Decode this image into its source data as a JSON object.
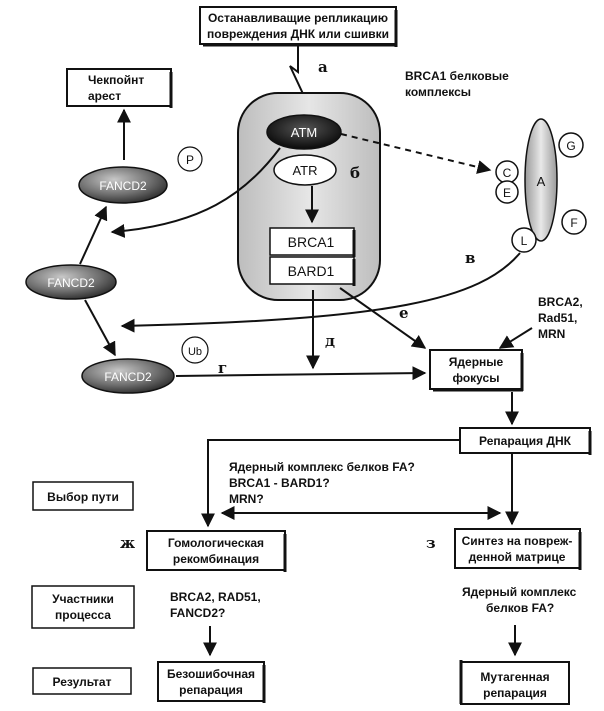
{
  "top_box": [
    "Останавливащие репликацию",
    "повреждения ДНК или сшивки"
  ],
  "checkpoint_box": [
    "Чекпойнт",
    "арест"
  ],
  "brca1_complex_label": [
    "BRCA1 белковые",
    "комплексы"
  ],
  "nodes": {
    "atm": "ATM",
    "atr": "ATR",
    "brca1": "BRCA1",
    "bard1": "BARD1",
    "fancd2_p": "FANCD2",
    "p_badge": "P",
    "fancd2_mid": "FANCD2",
    "fancd2_ub": "FANCD2",
    "ub_badge": "Ub"
  },
  "fa_complex": {
    "c": "C",
    "e": "E",
    "a": "A",
    "g": "G",
    "f": "F",
    "l": "L"
  },
  "markers": {
    "a": "а",
    "b": "б",
    "v": "в",
    "g": "г",
    "d": "д",
    "e": "е",
    "zh": "ж",
    "z": "з"
  },
  "brca2_label": [
    "BRCA2,",
    "Rad51,",
    "MRN"
  ],
  "nuclear_foci_box": [
    "Ядерные",
    "фокусы"
  ],
  "dna_repair_box": "Репарация ДНК",
  "question_text": [
    "Ядерный комплекс белков FA?",
    "BRCA1 - BARD1?",
    "MRN?"
  ],
  "path_choice_box": "Выбор пути",
  "homologous_box": [
    "Гомологическая",
    "рекомбинация"
  ],
  "synthesis_box": [
    "Синтез на повреж-",
    "денной матрице"
  ],
  "participants_box": [
    "Участники",
    "процесса"
  ],
  "participants_hr_text": [
    "BRCA2, RAD51,",
    "FANCD2?"
  ],
  "participants_syn_text": [
    "Ядерный комплекс",
    "белков FA?"
  ],
  "result_box": "Результат",
  "errorfree_box": [
    "Безошибочная",
    "репарация"
  ],
  "mutagenic_box": [
    "Мутагенная",
    "репарация"
  ]
}
